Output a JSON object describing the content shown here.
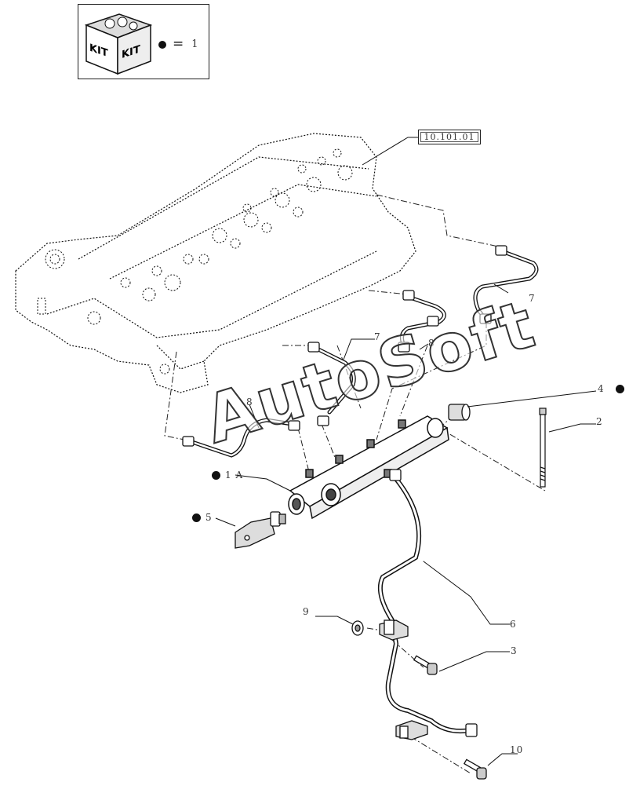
{
  "kit_legend": {
    "badge_left": "KIT",
    "badge_right": "KIT",
    "equals": "=",
    "qty": "1"
  },
  "reference": "10.101.01",
  "callouts": {
    "c1A": "1 A",
    "c2": "2",
    "c3": "3",
    "c4": "4",
    "c5": "5",
    "c6": "6",
    "c7a": "7",
    "c7b": "7",
    "c8a": "8",
    "c8b": "8",
    "c9": "9",
    "c10": "10"
  },
  "watermark": "AutoSoft"
}
